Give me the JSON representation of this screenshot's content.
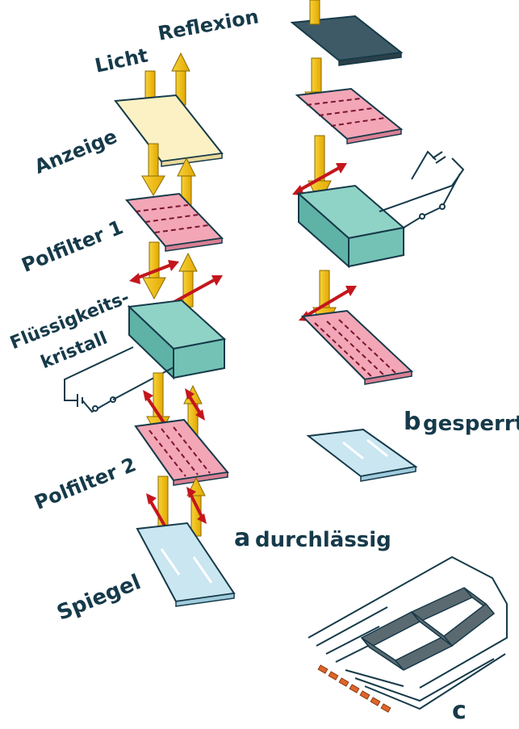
{
  "labels": {
    "licht": "Licht",
    "reflexion": "Reflexion",
    "anzeige": "Anzeige",
    "polfilter1": "Polfilter 1",
    "fluessigkeits": "Flüssigkeits-",
    "kristall": "kristall",
    "polfilter2": "Polfilter 2",
    "spiegel": "Spiegel",
    "a": "a",
    "durchlaessig": "durchlässig",
    "b": "b",
    "gesperrt": "gesperrt",
    "c": "c"
  },
  "colors": {
    "ink": "#163a4a",
    "arrow_yellow": "#f5c800",
    "arrow_red": "#c4161c",
    "display_yellow": "#fbf1c4",
    "filter_pink": "#f2a6b6",
    "crystal_teal": "#8fd3c6",
    "mirror_blue": "#c9e6f1",
    "dark_panel": "#3d5a66",
    "segment_gray": "#5b6a70",
    "contact_orange": "#e0652a"
  }
}
